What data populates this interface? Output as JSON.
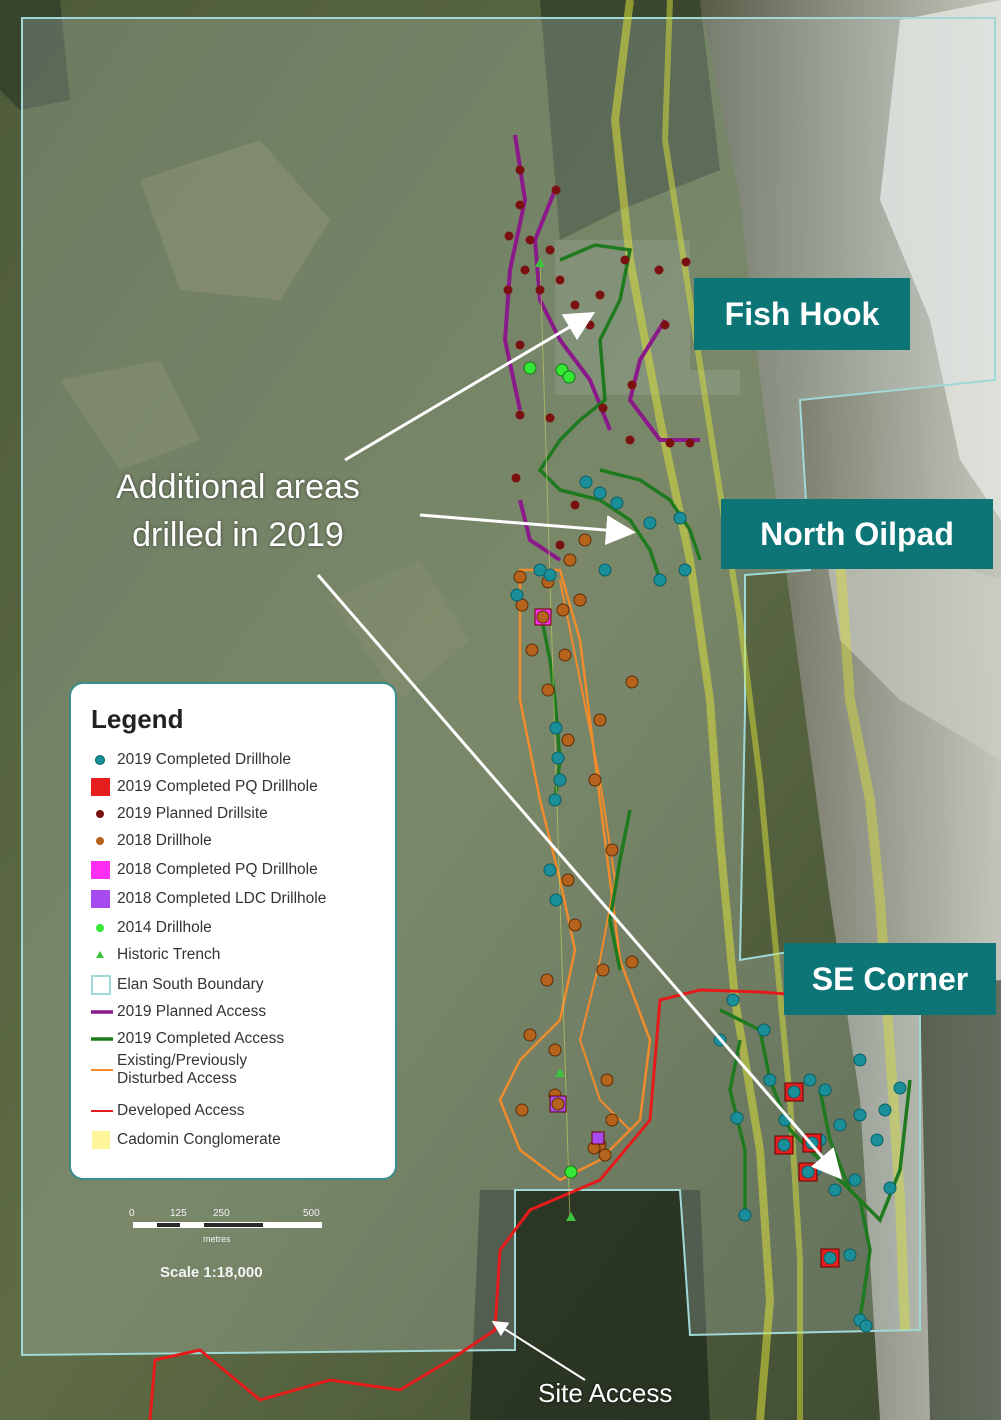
{
  "callouts": {
    "fish_hook": "Fish Hook",
    "north_oilpad": "North Oilpad",
    "se_corner": "SE Corner"
  },
  "annotation": {
    "line1": "Additional areas",
    "line2": "drilled in 2019"
  },
  "legend": {
    "title": "Legend",
    "items": [
      {
        "label": "2019 Completed Drillhole",
        "symbol": "circle",
        "color": "#1a8f9a"
      },
      {
        "label": "2019 Completed PQ Drillhole",
        "symbol": "square",
        "color": "#e81d1d"
      },
      {
        "label": "2019 Planned Drillsite",
        "symbol": "dot",
        "color": "#7a1010"
      },
      {
        "label": "2018 Drillhole",
        "symbol": "dot",
        "color": "#b5621c"
      },
      {
        "label": "2018 Completed PQ Drillhole",
        "symbol": "square",
        "color": "#ff2ef2"
      },
      {
        "label": "2018 Completed LDC Drillhole",
        "symbol": "square",
        "color": "#a64bf0"
      },
      {
        "label": "2014 Drillhole",
        "symbol": "dot",
        "color": "#35e835"
      },
      {
        "label": "Historic Trench",
        "symbol": "triangle",
        "color": "#3ec43e"
      },
      {
        "label": "Elan South Boundary",
        "symbol": "box",
        "color": "#9fd8d6"
      },
      {
        "label": "2019 Planned Access",
        "symbol": "line",
        "color": "#8a1a8a"
      },
      {
        "label": "2019 Completed Access",
        "symbol": "line",
        "color": "#1f7a1f"
      },
      {
        "label": "Existing/Previously Disturbed Access",
        "symbol": "line",
        "color": "#f28b2c"
      },
      {
        "label": "Developed Access",
        "symbol": "line",
        "color": "#e51b1b"
      },
      {
        "label": "Cadomin Conglomerate",
        "symbol": "fill",
        "color": "#fff59a"
      }
    ]
  },
  "scale": {
    "ticks": [
      "0",
      "125",
      "250",
      "500"
    ],
    "unit": "metres",
    "ratio": "Scale 1:18,000"
  },
  "site_access": "Site Access",
  "colors": {
    "callout": "#0e7577",
    "boundary": "#9fd8d6",
    "cadomin": "#d8df3a",
    "completed_access": "#1f7a1f",
    "planned_access": "#8a1a8a",
    "existing_access": "#f28b2c",
    "developed_access": "#e51b1b",
    "drillhole_2019": "#1a8f9a",
    "drillsite_planned": "#7a1010",
    "drillhole_2018": "#b5621c",
    "drillhole_2014": "#35e835",
    "pq_2019": "#e81d1d",
    "pq_2018": "#ff2ef2",
    "ldc_2018": "#a64bf0"
  }
}
